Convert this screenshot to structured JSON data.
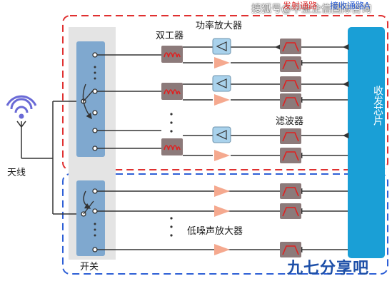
{
  "labels": {
    "antenna": "天线",
    "switch": "开关",
    "duplexer": "双工器",
    "power_amplifier": "功率放大器",
    "filter": "滤波器",
    "lna": "低噪声放大器",
    "transceiver": "收发芯片",
    "tx_path": "发射通路",
    "rx_path": "接收通路A"
  },
  "watermark": {
    "top": "搜狐号@中金企信国际咨询",
    "logo": "九七分享吧"
  },
  "colors": {
    "tx_border": "#e03030",
    "rx_border": "#2d5fd6",
    "chip": "#1a9fd6",
    "switch": "#7fa8cf",
    "component_box": "#8c7a7a",
    "pa_box": "#a9d2ec",
    "lna_triangle": "#f5a98f",
    "panel": "#e4e4e4"
  }
}
